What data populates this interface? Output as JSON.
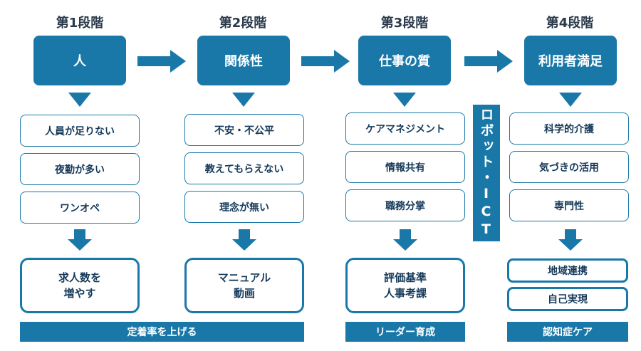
{
  "stages": [
    {
      "label": "第1段階",
      "header": "人",
      "items": [
        "人員が足りない",
        "夜勤が多い",
        "ワンオペ"
      ],
      "results": [
        "求人数を\n増やす"
      ]
    },
    {
      "label": "第2段階",
      "header": "関係性",
      "items": [
        "不安・不公平",
        "教えてもらえない",
        "理念が無い"
      ],
      "results": [
        "マニュアル\n動画"
      ]
    },
    {
      "label": "第3段階",
      "header": "仕事の質",
      "items": [
        "ケアマネジメント",
        "情報共有",
        "職務分掌"
      ],
      "results": [
        "評価基準\n人事考課"
      ]
    },
    {
      "label": "第4段階",
      "header": "利用者満足",
      "items": [
        "科学的介護",
        "気づきの活用",
        "専門性"
      ],
      "results": [
        "地域連携",
        "自己実現"
      ]
    }
  ],
  "side_label": "ロボット・ICT",
  "bottom_bars": [
    "定着率を上げる",
    "リーダー育成",
    "認知症ケア"
  ],
  "colors": {
    "accent": "#1a78a8",
    "text": "#163a5a"
  }
}
